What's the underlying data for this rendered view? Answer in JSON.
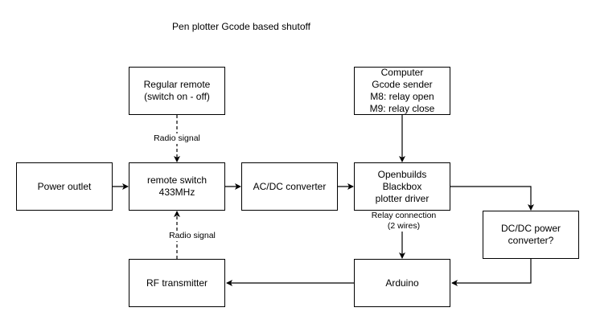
{
  "title": "Pen plotter Gcode based shutoff",
  "nodes": {
    "regular_remote": "Regular remote\n(switch on - off)",
    "computer": "Computer\nGcode sender\nM8: relay open\nM9: relay close",
    "power_outlet": "Power outlet",
    "remote_switch": "remote switch\n433MHz",
    "acdc": "AC/DC converter",
    "openbuilds": "Openbuilds\nBlackbox\nplotter driver",
    "dcdc": "DC/DC power\nconverter?",
    "rf_transmitter": "RF transmitter",
    "arduino": "Arduino"
  },
  "edge_labels": {
    "radio_top": "Radio signal",
    "radio_bottom": "Radio signal",
    "relay": "Relay connection\n(2 wires)"
  },
  "style": {
    "stroke": "#000000",
    "background": "#ffffff"
  }
}
